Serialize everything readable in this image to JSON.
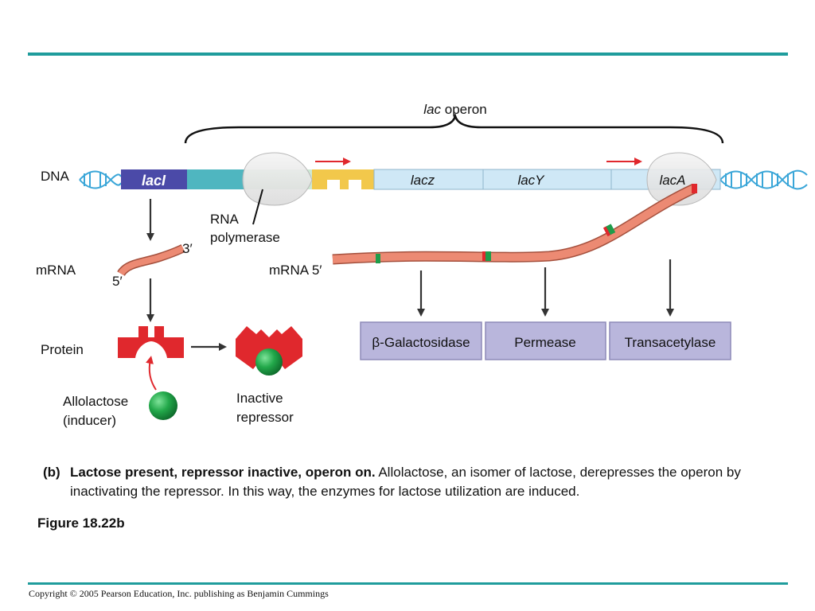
{
  "diagram": {
    "operon_label_italic": "lac",
    "operon_label_rest": " operon",
    "dna_label": "DNA",
    "genes": {
      "lacI": "lacI",
      "lacZ": "lacz",
      "lacY": "lacY",
      "lacA": "lacA"
    },
    "rna_polymerase_line1": "RNA",
    "rna_polymerase_line2": "polymerase",
    "mrna_left_label": "mRNA",
    "mrna_left_3prime": "3′",
    "mrna_left_5prime": "5′",
    "mrna_right_label": "mRNA 5′",
    "protein_label": "Protein",
    "allolactose_line1": "Allolactose",
    "allolactose_line2": "(inducer)",
    "inactive_line1": "Inactive",
    "inactive_line2": "repressor",
    "enzymes": [
      "β-Galactosidase",
      "Permease",
      "Transacetylase"
    ]
  },
  "caption": {
    "part": "(b)",
    "bold": "Lactose present, repressor inactive, operon on.",
    "text": " Allolactose, an isomer of lactose, derepresses the operon by inactivating the repressor. In this way, the enzymes for lactose utilization are induced."
  },
  "figure_label": "Figure 18.22b",
  "copyright": "Copyright © 2005 Pearson Education, Inc. publishing as Benjamin Cummings",
  "colors": {
    "accent_rule": "#1f9c9c",
    "laci": "#4b4aa8",
    "operator": "#f2c84b",
    "gene_fill": "#cfe8f6",
    "mrna": "#ec8a73",
    "repressor": "#e0282d",
    "inducer": "#22a84a",
    "enzyme_box": "#b9b6dc",
    "arrow_red": "#e0282d"
  }
}
